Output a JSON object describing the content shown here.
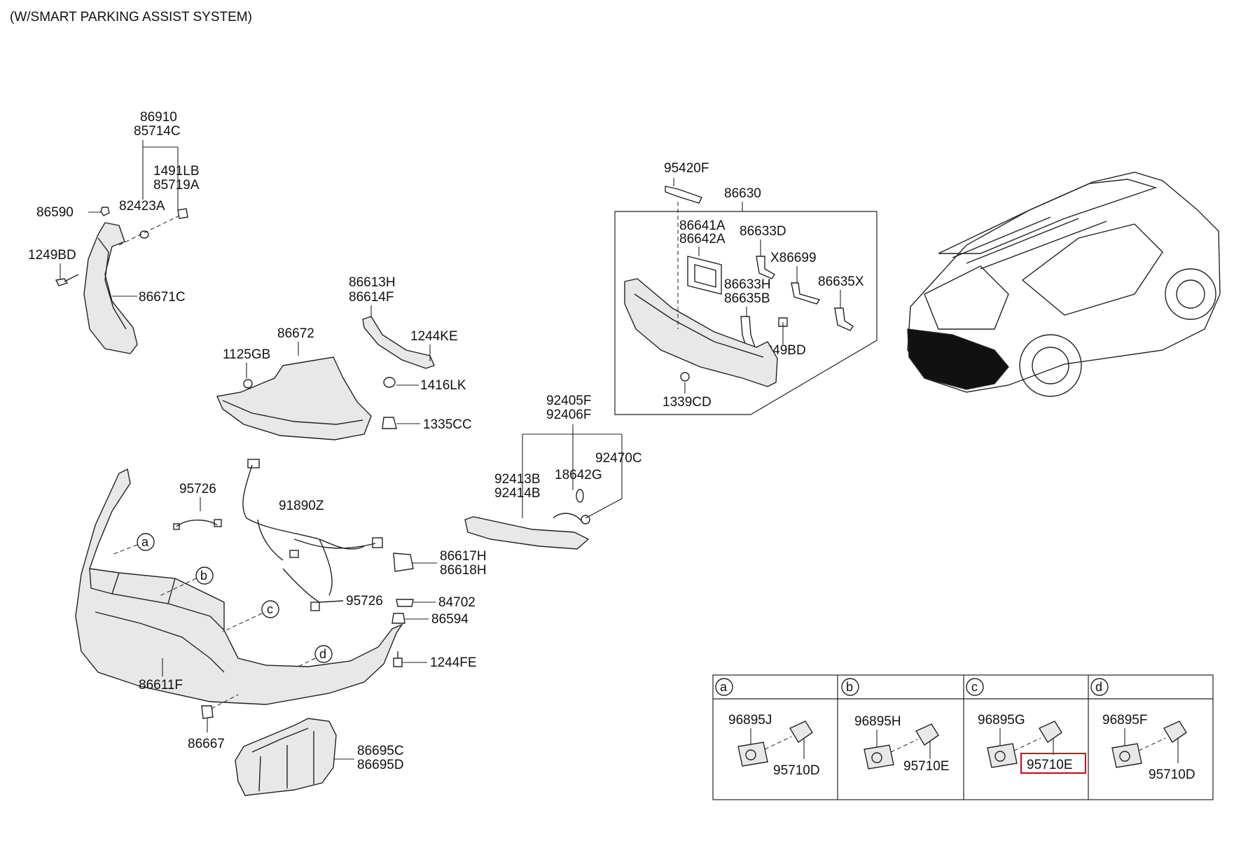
{
  "title": "(W/SMART PARKING ASSIST SYSTEM)",
  "highlight_color": "#d0021b",
  "labels": {
    "p86910": "86910",
    "p85714C": "85714C",
    "p1491LB": "1491LB",
    "p85719A": "85719A",
    "p82423A": "82423A",
    "p86590": "86590",
    "p1249BD_a": "1249BD",
    "p86671C": "86671C",
    "p86613H": "86613H",
    "p86614F": "86614F",
    "p86672": "86672",
    "p1244KE": "1244KE",
    "p1125GB": "1125GB",
    "p1416LK": "1416LK",
    "p1335CC": "1335CC",
    "p95420F": "95420F",
    "p86630": "86630",
    "p86641A": "86641A",
    "p86642A": "86642A",
    "p86633D": "86633D",
    "pX86699": "X86699",
    "p86633H": "86633H",
    "p86635B": "86635B",
    "p86635X": "86635X",
    "p1249BD_b": "1249BD",
    "p1339CD": "1339CD",
    "p92405F": "92405F",
    "p92406F": "92406F",
    "p92470C": "92470C",
    "p92413B": "92413B",
    "p92414B": "92414B",
    "p18642G": "18642G",
    "p95726_a": "95726",
    "p91890Z": "91890Z",
    "p86617H": "86617H",
    "p86618H": "86618H",
    "p95726_b": "95726",
    "p84702": "84702",
    "p86594": "86594",
    "p1244FE": "1244FE",
    "p86611F": "86611F",
    "p86667": "86667",
    "p86695C": "86695C",
    "p86695D": "86695D"
  },
  "callouts": {
    "a": "a",
    "b": "b",
    "c": "c",
    "d": "d"
  },
  "sensor_table": {
    "headers": [
      "a",
      "b",
      "c",
      "d"
    ],
    "cells": [
      {
        "bezel": "96895J",
        "sensor": "95710D",
        "highlighted": false
      },
      {
        "bezel": "96895H",
        "sensor": "95710E",
        "highlighted": false
      },
      {
        "bezel": "96895G",
        "sensor": "95710E",
        "highlighted": true
      },
      {
        "bezel": "96895F",
        "sensor": "95710D",
        "highlighted": false
      }
    ]
  }
}
